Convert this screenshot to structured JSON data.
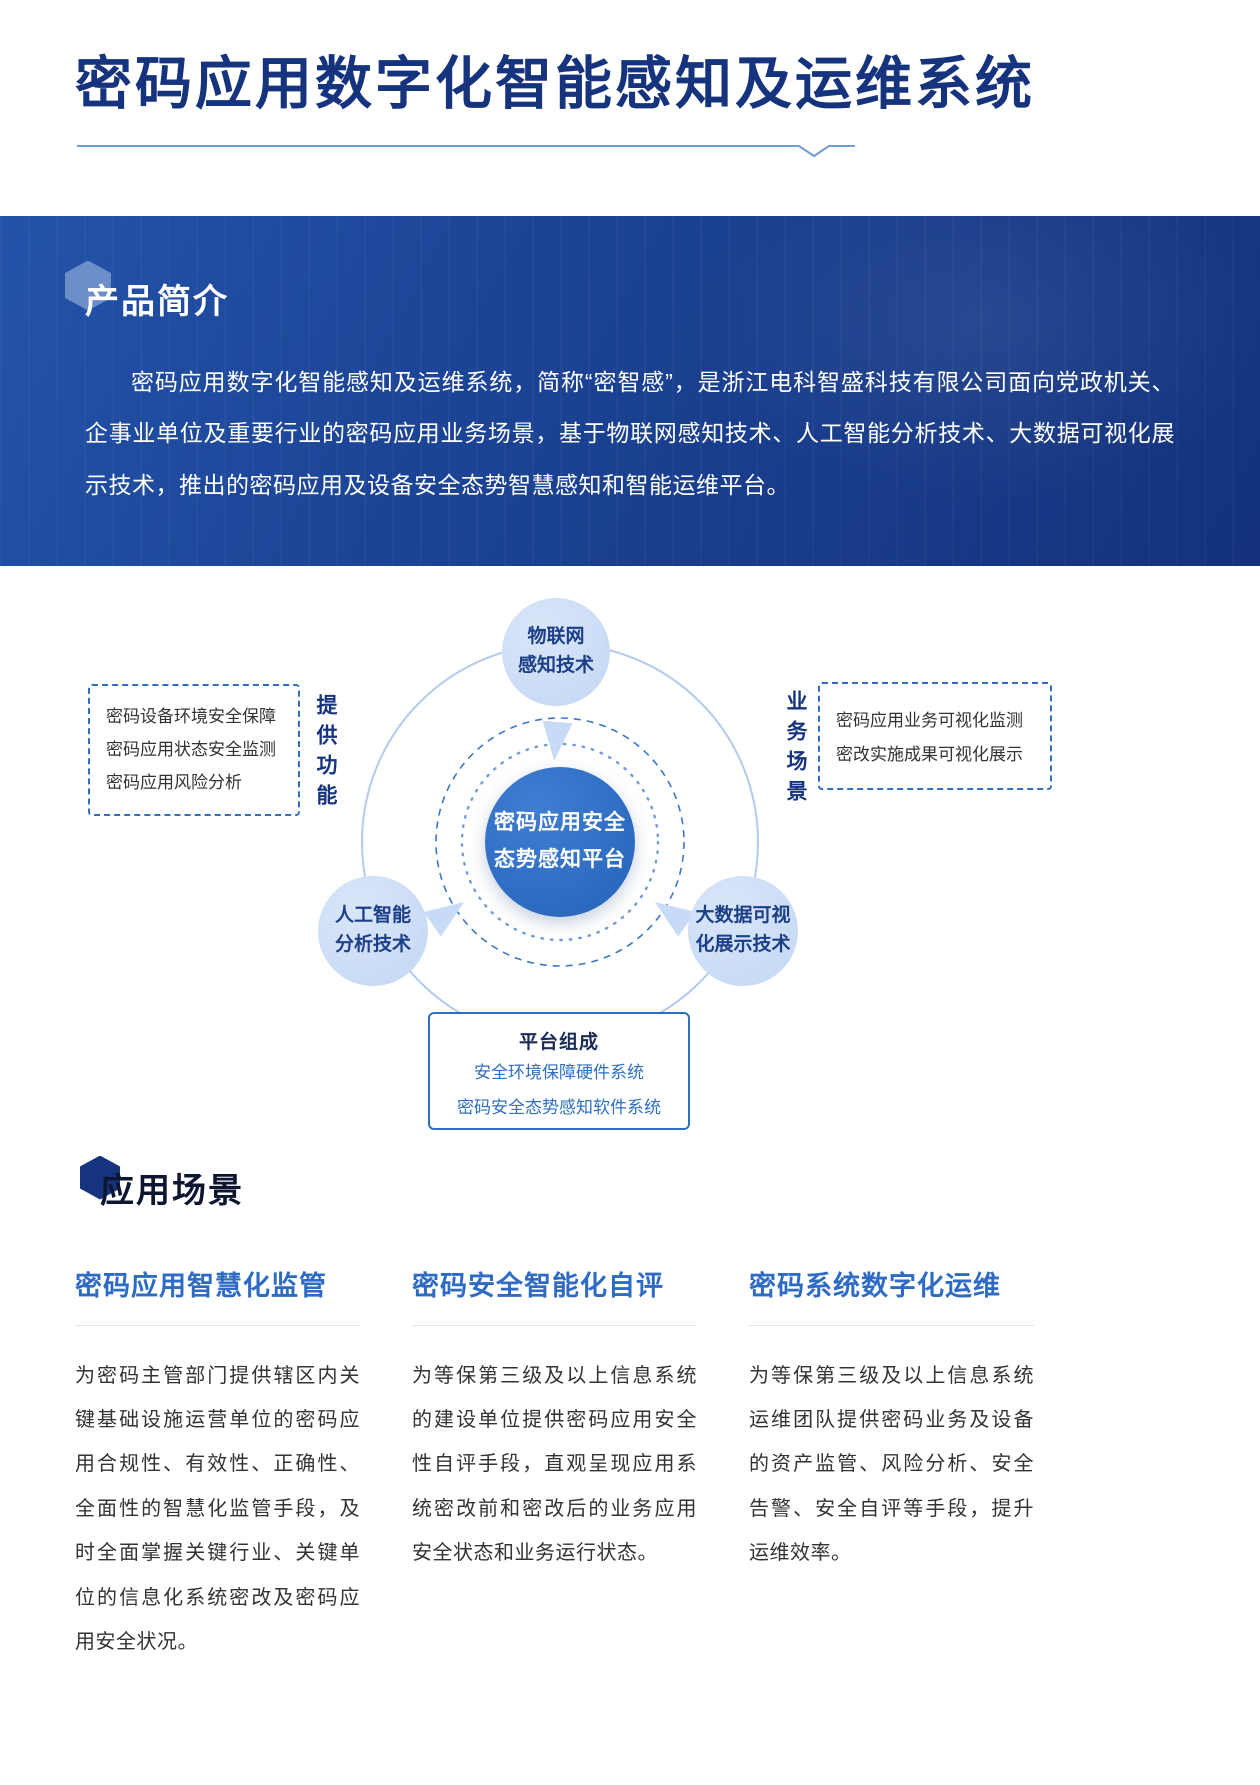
{
  "page": {
    "title": "密码应用数字化智能感知及运维系统"
  },
  "intro": {
    "heading": "产品简介",
    "body": "密码应用数字化智能感知及运维系统，简称“密智感”，是浙江电科智盛科技有限公司面向党政机关、企事业单位及重要行业的密码应用业务场景，基于物联网感知技术、人工智能分析技术、大数据可视化展示技术，推出的密码应用及设备安全态势智慧感知和智能运维平台。"
  },
  "diagram": {
    "center": {
      "line1": "密码应用安全",
      "line2": "态势感知平台"
    },
    "nodes": {
      "top": {
        "line1": "物联网",
        "line2": "感知技术"
      },
      "left": {
        "line1": "人工智能",
        "line2": "分析技术"
      },
      "right": {
        "line1": "大数据可视",
        "line2": "化展示技术"
      }
    },
    "functions_box": {
      "label": "提供功能",
      "items": [
        "密码设备环境安全保障",
        "密码应用状态安全监测",
        "密码应用风险分析"
      ]
    },
    "business_box": {
      "label": "业务场景",
      "items": [
        "密码应用业务可视化监测",
        "密改实施成果可视化展示"
      ]
    },
    "platform_box": {
      "title": "平台组成",
      "items": [
        "安全环境保障硬件系统",
        "密码安全态势感知软件系统"
      ]
    }
  },
  "scenarios": {
    "heading": "应用场景",
    "cards": [
      {
        "title": "密码应用智慧化监管",
        "body": "为密码主管部门提供辖区内关键基础设施运营单位的密码应用合规性、有效性、正确性、全面性的智慧化监管手段，及时全面掌握关键行业、关键单位的信息化系统密改及密码应用安全状况。"
      },
      {
        "title": "密码安全智能化自评",
        "body": "为等保第三级及以上信息系统的建设单位提供密码应用安全性自评手段，直观呈现应用系统密改前和密改后的业务应用安全状态和业务运行状态。"
      },
      {
        "title": "密码系统数字化运维",
        "body": "为等保第三级及以上信息系统运维团队提供密码业务及设备的资产监管、风险分析、安全告警、安全自评等手段，提升运维效率。"
      }
    ]
  },
  "colors": {
    "title_blue": "#16337e",
    "banner_blue": "#1c4496",
    "accent_blue": "#2e6fc0",
    "node_fill": "#c9dbf4"
  }
}
